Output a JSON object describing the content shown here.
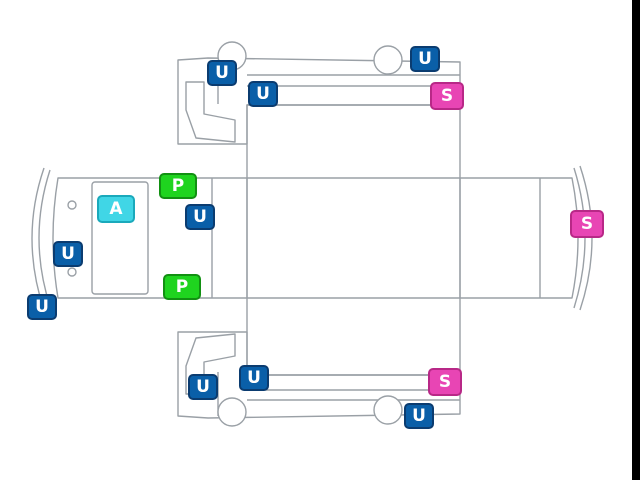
{
  "diagram": {
    "colors": {
      "outline": "#9aa0a6",
      "u_badge": "#0a5fa8",
      "s_badge": "#e845b4",
      "p_badge": "#1fd41f",
      "a_badge": "#40d6e6"
    },
    "labels": {
      "u": "U",
      "s": "S",
      "p": "P",
      "a": "A"
    }
  }
}
